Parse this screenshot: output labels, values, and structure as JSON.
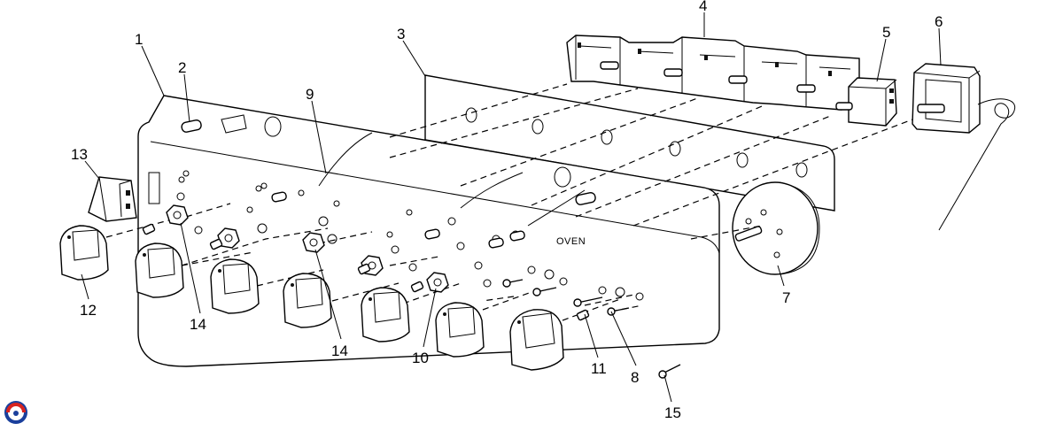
{
  "diagram": {
    "callouts": [
      "1",
      "2",
      "3",
      "4",
      "5",
      "6",
      "7",
      "8",
      "9",
      "10",
      "11",
      "12",
      "13",
      "14",
      "14",
      "15"
    ],
    "panel_label": "OVEN",
    "logo_colors": {
      "blue": "#1a3f9c",
      "red": "#d8231f"
    }
  }
}
